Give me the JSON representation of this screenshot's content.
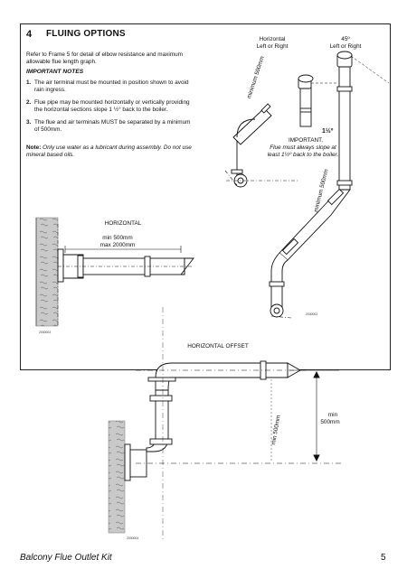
{
  "section": {
    "number": "4",
    "title": "FLUING OPTIONS",
    "intro": "Refer to Frame 5 for detail of elbow resistance and maximum allowable flue length graph.",
    "notes_title": "IMPORTANT NOTES",
    "notes": [
      {
        "num": "1.",
        "text": "The air terminal must be mounted in position shown to avoid rain ingress."
      },
      {
        "num": "2.",
        "text": "Flue pipe may be mounted horizontally or vertically providing the horizontal sections slope 1 ½° back to the boiler."
      },
      {
        "num": "3.",
        "text": "The flue and air terminals MUST be separated by a minimum of 500mm."
      }
    ],
    "note_label": "Note:",
    "note_text": "Only use water as a lubricant during assembly. Do not use mineral based oils."
  },
  "diagram_top_right": {
    "label_horizontal": "Horizontal",
    "label_left_right": "Left or Right",
    "label_45": "45º",
    "label_45_lr": "Left or Right",
    "min_500_a": "minimum 500mm",
    "min_500_b": "minimum 500mm",
    "slope": "1½º",
    "important_title": "IMPORTANT.",
    "important_line1": "Flue must always slope at",
    "important_line2": "least 1½º back to the boiler.",
    "ref": "2030002"
  },
  "diagram_horizontal": {
    "title": "HORIZONTAL",
    "min": "min 500mm",
    "max": "max 2000mm",
    "ref": "2030003"
  },
  "diagram_offset": {
    "title": "HORIZONTAL OFFSET",
    "min_vertical": "min",
    "min_vertical_val": "500mm",
    "min_diag": "min 500mm",
    "ref": "2030004"
  },
  "footer": {
    "left": "Balcony Flue Outlet Kit",
    "page": "5"
  }
}
